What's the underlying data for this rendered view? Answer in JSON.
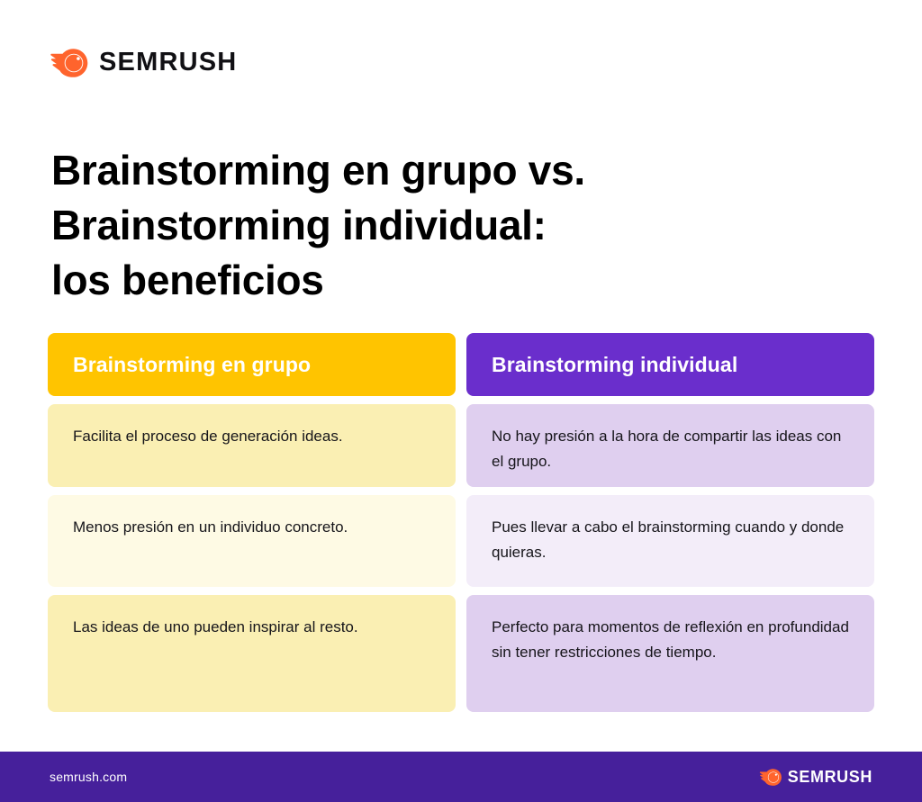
{
  "brand": {
    "name": "SEMRUSH",
    "mark_icon": "semrush-comet-icon",
    "accent_color": "#FF642D"
  },
  "title": "Brainstorming en grupo vs.\nBrainstorming individual:\nlos beneficios",
  "comparison": {
    "columns": [
      {
        "header": "Brainstorming en grupo",
        "header_bg": "#FFC400",
        "header_text_color": "#FFFFFF",
        "cells": [
          {
            "text": "Facilita el proceso de generación ideas.",
            "bg": "#FAEFB3"
          },
          {
            "text": "Menos presión en un individuo concreto.",
            "bg": "#FEFAE4"
          },
          {
            "text": "Las ideas de uno pueden inspirar al resto.",
            "bg": "#FAEFB3"
          }
        ]
      },
      {
        "header": "Brainstorming individual",
        "header_bg": "#6A2ECC",
        "header_text_color": "#FFFFFF",
        "cells": [
          {
            "text": "No hay presión a la hora de compartir las ideas con el grupo.",
            "bg": "#DFCFEF"
          },
          {
            "text": "Pues llevar a cabo el brainstorming cuando y donde quieras.",
            "bg": "#F3EDF9"
          },
          {
            "text": "Perfecto para momentos de reflexión en profundidad sin tener restricciones de tiempo.",
            "bg": "#DFCFEF"
          }
        ]
      }
    ]
  },
  "footer": {
    "url": "semrush.com",
    "brand_name": "SEMRUSH",
    "bg": "#46209B"
  }
}
